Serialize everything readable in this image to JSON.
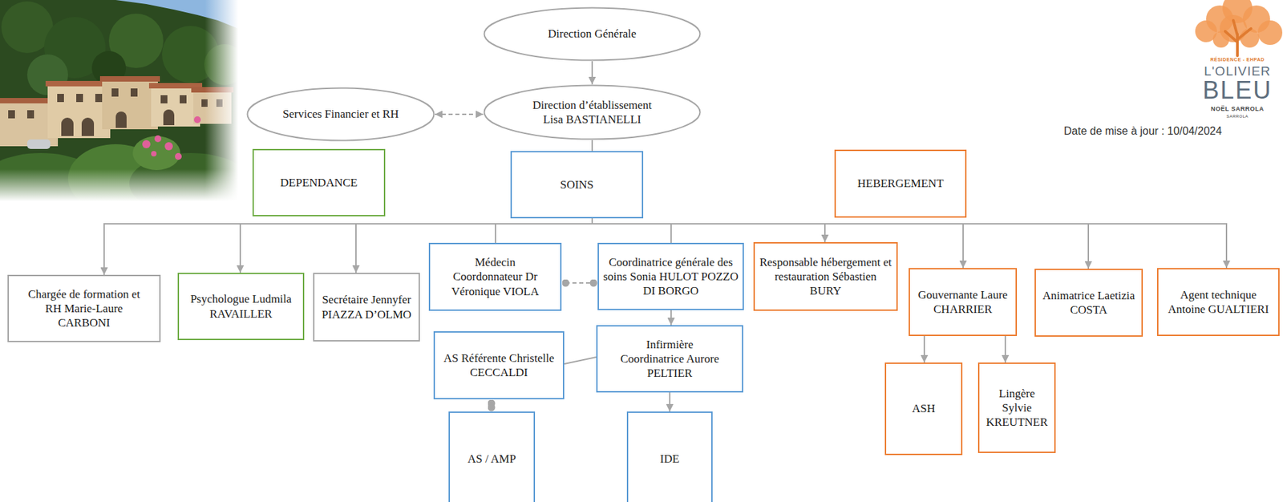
{
  "diagram": {
    "nodes": [
      {
        "text": [
          "Direction Générale"
        ]
      },
      {
        "text": [
          "Services Financier et RH"
        ]
      },
      {
        "text": [
          "Direction d’établissement Lisa BASTIANELLI"
        ]
      },
      {
        "text": [
          "DEPENDANCE"
        ]
      },
      {
        "text": [
          "SOINS"
        ]
      },
      {
        "text": [
          "HEBERGEMENT"
        ]
      },
      {
        "text": [
          "Chargée de formation et RH Marie-Laure CARBONI"
        ]
      },
      {
        "text": [
          "Psychologue Ludmila RAVAILLER"
        ]
      },
      {
        "text": [
          "Secrétaire Jennyfer PIAZZA D’OLMO"
        ]
      },
      {
        "text": [
          "Médecin Coordonnateur Dr Véronique VIOLA"
        ]
      },
      {
        "text": [
          "Coordinatrice générale des soins Sonia HULOT POZZO DI BORGO"
        ]
      },
      {
        "text": [
          "Responsable hébergement et restauration Sébastien BURY"
        ]
      },
      {
        "text": [
          "Gouvernante Laure CHARRIER"
        ]
      },
      {
        "text": [
          "Animatrice Laetizia COSTA"
        ]
      },
      {
        "text": [
          "Agent technique Antoine GUALTIERI"
        ]
      },
      {
        "text": [
          "AS Référente Christelle CECCALDI"
        ]
      },
      {
        "text": [
          "Infirmière Coordinatrice Aurore PELTIER"
        ]
      },
      {
        "text": [
          "AS / AMP"
        ]
      },
      {
        "text": [
          "IDE"
        ]
      },
      {
        "text": [
          "ASH"
        ]
      },
      {
        "text": [
          "Lingère Sylvie KREUTNER"
        ]
      }
    ],
    "edges": [
      {
        "from": 0,
        "to": 2,
        "arrow": "to"
      },
      {
        "from": 1,
        "to": 2,
        "arrow": "both"
      },
      {
        "from": 2,
        "to": 6,
        "arrow": "to"
      },
      {
        "from": 2,
        "to": 7,
        "arrow": "to"
      },
      {
        "from": 2,
        "to": 8,
        "arrow": "to"
      },
      {
        "from": 2,
        "to": 9,
        "arrow": "none"
      },
      {
        "from": 2,
        "to": 10,
        "arrow": "none"
      },
      {
        "from": 2,
        "to": 11,
        "arrow": "to"
      },
      {
        "from": 2,
        "to": 12,
        "arrow": "to"
      },
      {
        "from": 2,
        "to": 13,
        "arrow": "to"
      },
      {
        "from": 2,
        "to": 14,
        "arrow": "to"
      },
      {
        "from": 9,
        "to": 10,
        "arrow": "none"
      },
      {
        "from": 10,
        "to": 16,
        "arrow": "to"
      },
      {
        "from": 15,
        "to": 16,
        "arrow": "none"
      },
      {
        "from": 15,
        "to": 17,
        "arrow": "none"
      },
      {
        "from": 16,
        "to": 18,
        "arrow": "to"
      },
      {
        "from": 12,
        "to": 19,
        "arrow": "to"
      },
      {
        "from": 12,
        "to": 20,
        "arrow": "to"
      }
    ],
    "labels": [
      "RÉSIDENCE - EHPAD",
      "L'OLIVIER",
      "BLEU",
      "NOËL SARROLA",
      "SARROLA",
      "Date de mise à jour : 10/04/2024"
    ]
  }
}
